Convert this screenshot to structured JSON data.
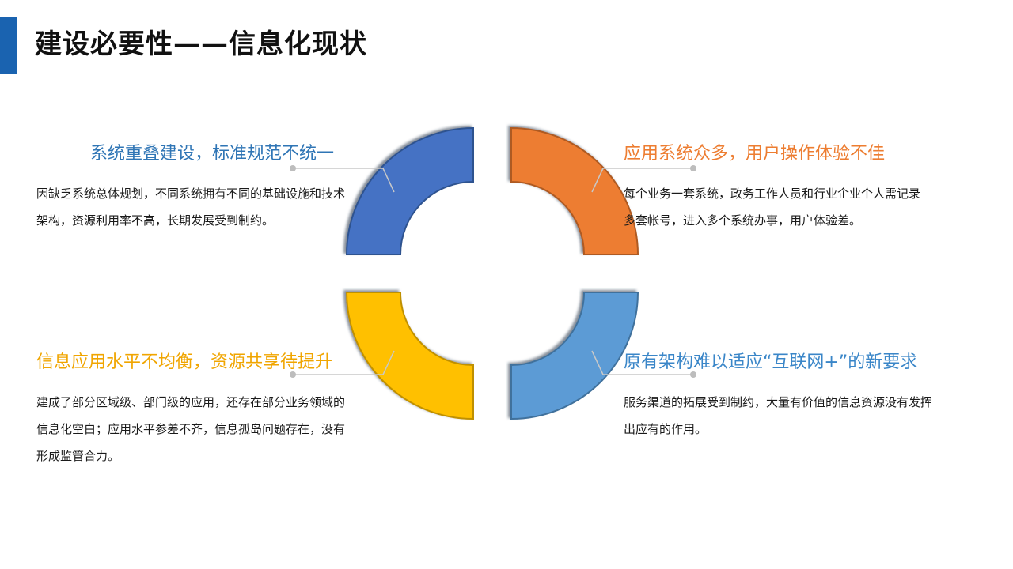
{
  "title": "建设必要性——信息化现状",
  "colors": {
    "accent_bar": "#1a63b0",
    "q1": "#4472c4",
    "q2": "#ed7d31",
    "q3": "#ffc000",
    "q4": "#5b9bd5",
    "connector": "#c8c8c8"
  },
  "quadrants": [
    {
      "heading": "系统重叠建设，标准规范不统一",
      "body": "因缺乏系统总体规划，不同系统拥有不同的基础设施和技术架构，资源利用率不高，长期发展受到制约。",
      "color": "#2f75b5"
    },
    {
      "heading": "应用系统众多，用户操作体验不佳",
      "body": "每个业务一套系统，政务工作人员和行业企业个人需记录多套帐号，进入多个系统办事，用户体验差。",
      "color": "#ed7d31"
    },
    {
      "heading": "信息应用水平不均衡，资源共享待提升",
      "body": "建成了部分区域级、部门级的应用，还存在部分业务领域的信息化空白；应用水平参差不齐，信息孤岛问题存在，没有形成监管合力。",
      "color": "#f0a500"
    },
    {
      "heading": "原有架构难以适应“互联网+”的新要求",
      "body": "服务渠道的拓展受到制约，大量有价值的信息资源没有发挥出应有的作用。",
      "color": "#3a86c8"
    }
  ]
}
